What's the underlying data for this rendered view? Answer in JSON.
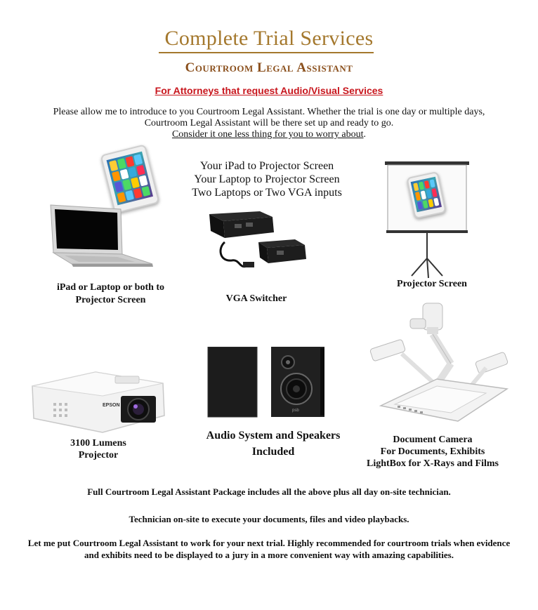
{
  "header": {
    "title": "Complete Trial Services",
    "subtitle": "Courtroom Legal Assistant",
    "tagline": "For Attorneys that request Audio/Visual Services"
  },
  "intro": {
    "text": "Please allow me to introduce to you Courtroom Legal Assistant. Whether the trial is one day or multiple days, Courtroom Legal Assistant will be there set up and ready to go.",
    "underlined": "Consider it one less thing for you to worry about",
    "end_mark": "."
  },
  "offerings": {
    "line1": "Your iPad to Projector Screen",
    "line2": "Your Laptop to Projector Screen",
    "line3": "Two Laptops or Two VGA inputs"
  },
  "captions": {
    "laptop_line1": "iPad or Laptop or both to",
    "laptop_line2": "Projector Screen",
    "vga": "VGA Switcher",
    "screen": "Projector Screen",
    "projector_line1": "3100 Lumens",
    "projector_line2": "Projector",
    "audio_line1": "Audio System and Speakers",
    "audio_line2": "Included",
    "doccam_line1": "Document Camera",
    "doccam_line2": "For Documents, Exhibits",
    "doccam_line3": "LightBox for X-Rays and Films"
  },
  "labels": {
    "projector_brand": "EPSON",
    "speaker_brand": "psb"
  },
  "footer": {
    "package": "Full Courtroom Legal Assistant Package includes all the above plus all day on-site technician.",
    "technician": "Technician on-site to execute your documents, files and video playbacks.",
    "closing": "Let me put Courtroom Legal Assistant to work for your next trial. Highly recommended for courtroom trials when evidence and exhibits need to be displayed to a jury in a more convenient way with amazing capabilities."
  },
  "colors": {
    "title": "#a4782d",
    "subtitle": "#8a4f1c",
    "tagline": "#c8161d"
  },
  "icons": [
    "ipad-icon",
    "laptop-icon",
    "vga-switcher-icon",
    "projector-screen-icon",
    "projector-icon",
    "speaker-icon",
    "document-camera-icon"
  ]
}
